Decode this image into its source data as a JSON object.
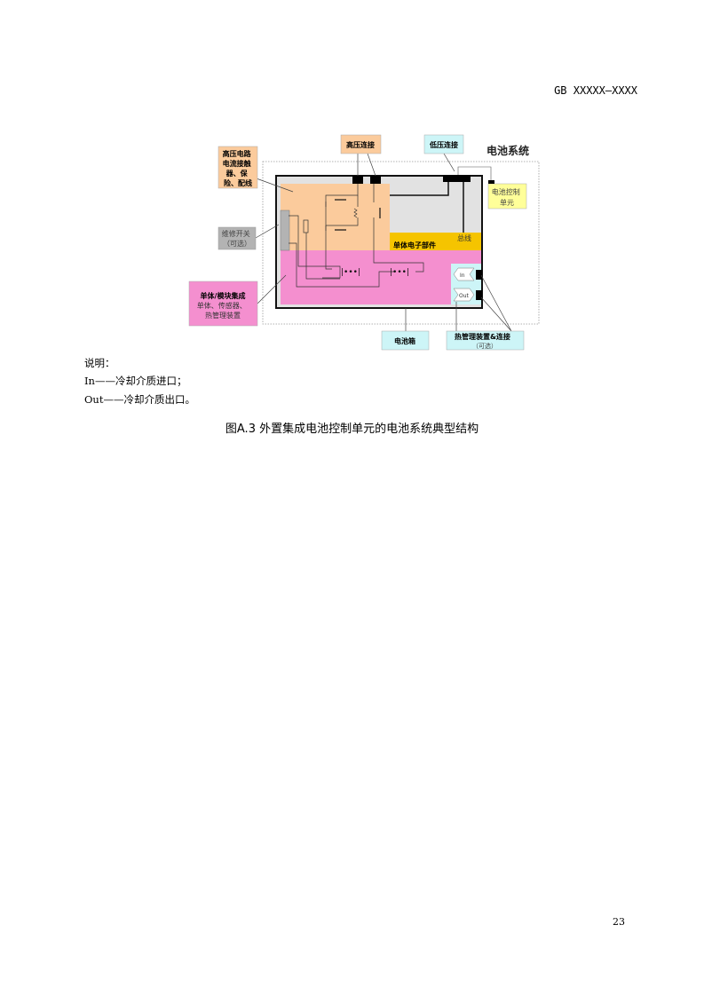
{
  "header": {
    "doc_code": "GB XXXXX—XXXX"
  },
  "diagram": {
    "system_title": "电池系统",
    "hv_circuit": [
      "高压电路",
      "电流接触",
      "器、保",
      "险、配线"
    ],
    "service_switch": [
      "维修开关",
      "（可选）"
    ],
    "cell_module": {
      "title": "单体/模块集成",
      "lines": [
        "单体、传感器、",
        "热管理装置"
      ]
    },
    "hv_connection": "高压连接",
    "lv_connection": "低压连接",
    "bcu": [
      "电池控制",
      "单元"
    ],
    "cell_electronics": "单体电子部件",
    "bus": "总线",
    "inlet": "In",
    "outlet": "Out",
    "battery_case": "电池箱",
    "thermal": [
      "热管理装置&连接",
      "（可选）"
    ],
    "colors": {
      "orange": "#fbcb9c",
      "pink": "#f48fcf",
      "yellow": "#f5c400",
      "cyan": "#cdf5f7",
      "gray": "#e2e2e2",
      "switch_gray": "#b3b3b3",
      "bcu_yellow": "#ffff99"
    }
  },
  "notes": {
    "title": "说明：",
    "items": [
      "In——冷却介质进口；",
      "Out——冷却介质出口。"
    ]
  },
  "caption": "图A.3 外置集成电池控制单元的电池系统典型结构",
  "page_number": "23"
}
